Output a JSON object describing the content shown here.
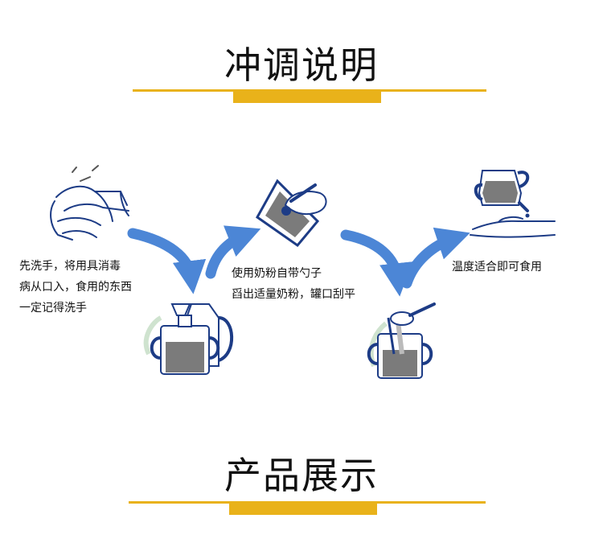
{
  "sections": {
    "instructions_title": "冲调说明",
    "product_title": "产品展示"
  },
  "steps": [
    {
      "lines": [
        "先洗手，将用具消毒",
        "病从口入，食用的东西",
        "一定记得洗手"
      ],
      "icon": "washing-hands-icon"
    },
    {
      "lines": [],
      "icon": "kettle-pouring-icon"
    },
    {
      "lines": [
        "使用奶粉自带勺子",
        "舀出适量奶粉，罐口刮平"
      ],
      "icon": "milk-powder-can-icon"
    },
    {
      "lines": [],
      "icon": "scoop-into-cup-icon"
    },
    {
      "lines": [
        "温度适合即可食用"
      ],
      "icon": "test-temperature-on-wrist-icon"
    }
  ],
  "colors": {
    "accent_yellow": "#e9b21a",
    "arrow_blue": "#4c86d6",
    "line_navy": "#1d3c86",
    "liquid_grey": "#7b7b7b"
  }
}
